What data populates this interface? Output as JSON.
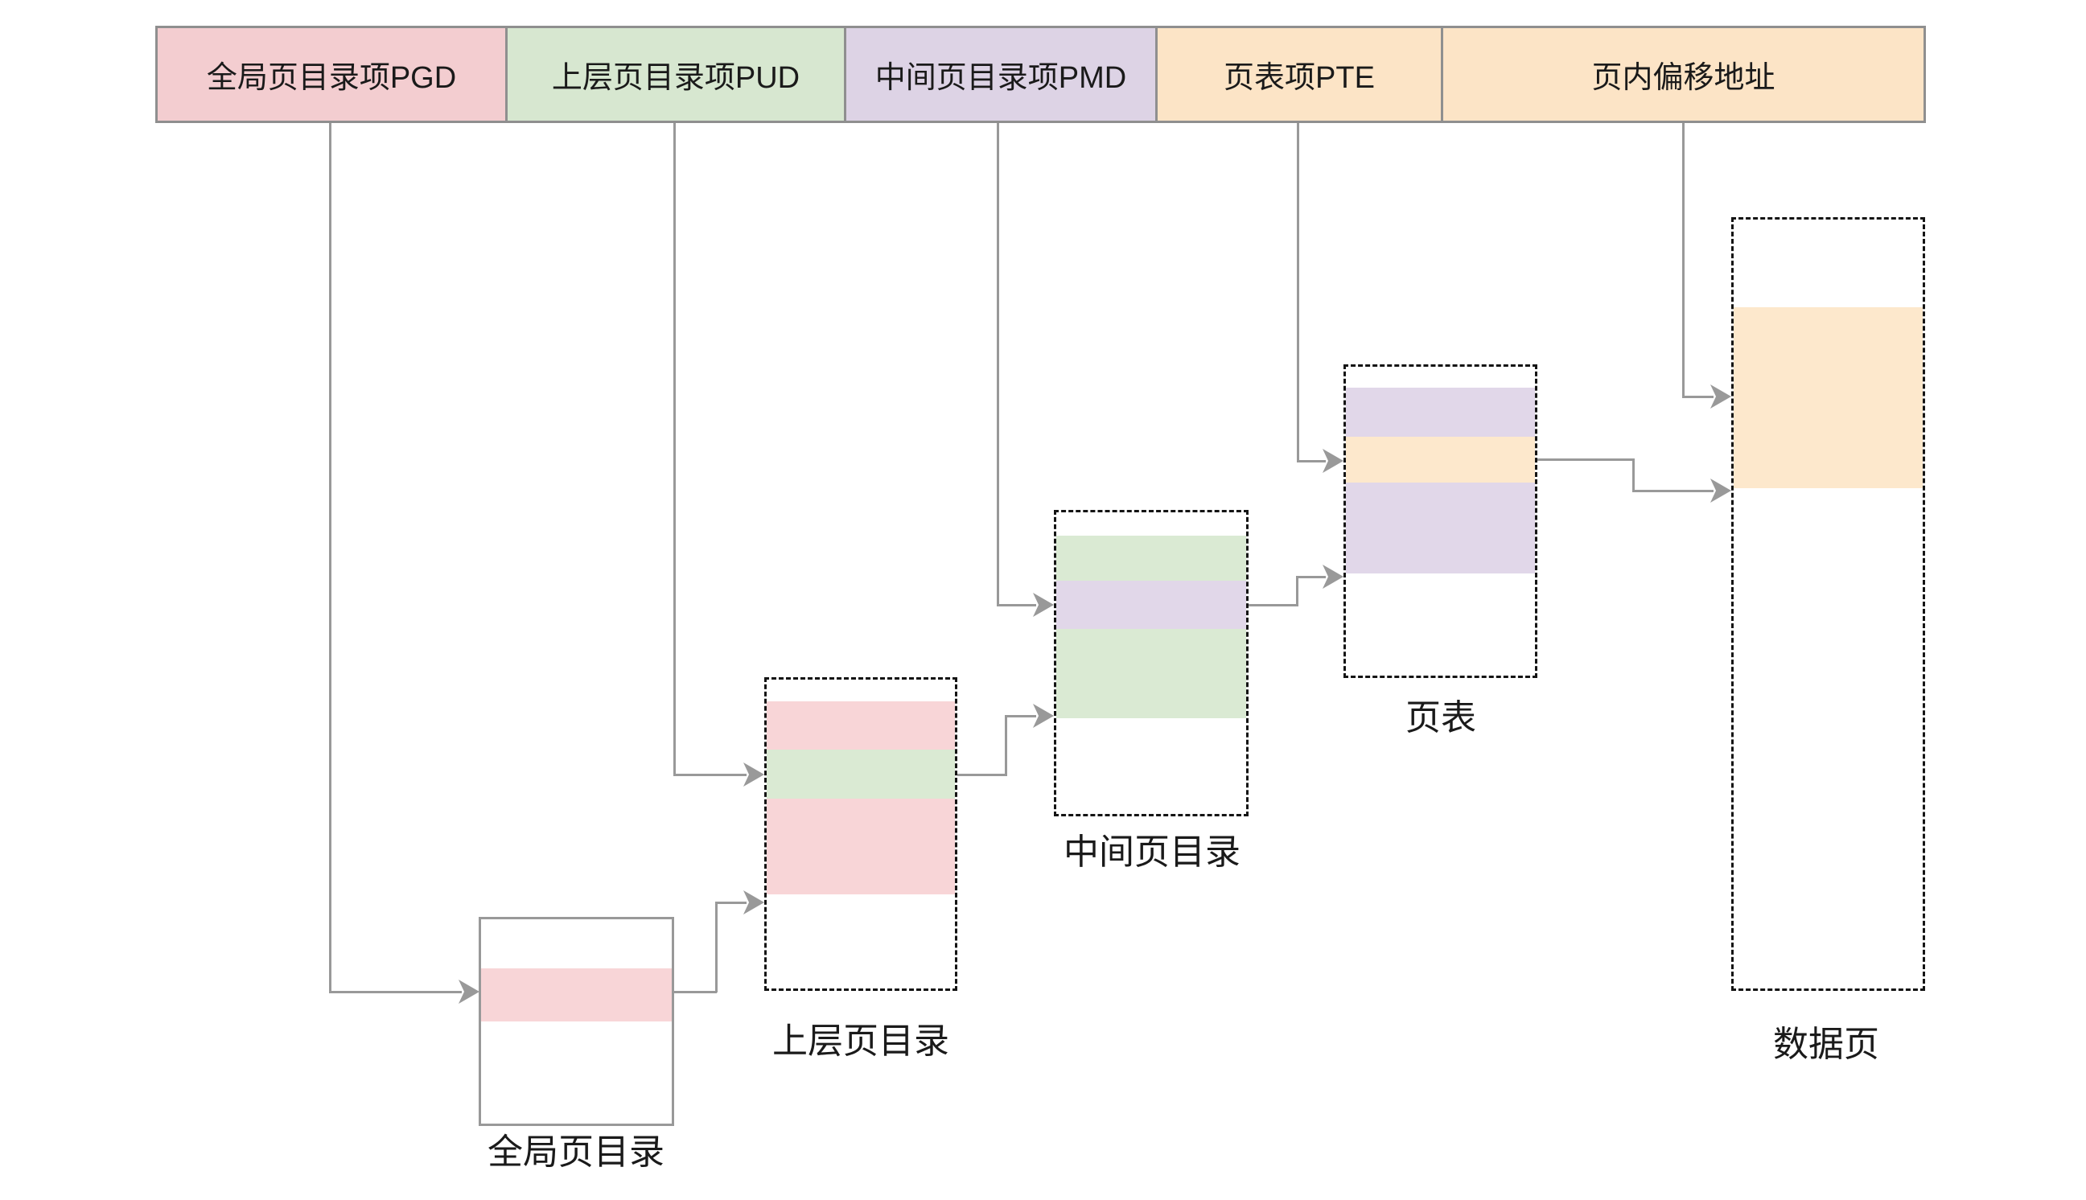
{
  "header": {
    "segments": [
      {
        "id": "pgd",
        "label": "全局页目录项PGD",
        "color": "#f3cdd0"
      },
      {
        "id": "pud",
        "label": "上层页目录项PUD",
        "color": "#d7e7d0"
      },
      {
        "id": "pmd",
        "label": "中间页目录项PMD",
        "color": "#ddd3e5"
      },
      {
        "id": "pte",
        "label": "页表项PTE",
        "color": "#fce4c6"
      },
      {
        "id": "offset",
        "label": "页内偏移地址",
        "color": "#fce4c6"
      }
    ]
  },
  "tables": [
    {
      "id": "pgd-table",
      "label": "全局页目录",
      "border": "solid",
      "bands": [
        {
          "name": "pgd-entry",
          "color": "#f8d5d7"
        }
      ]
    },
    {
      "id": "pud-table",
      "label": "上层页目录",
      "border": "dashed",
      "bands": [
        {
          "name": "pud-band-1",
          "color": "#f8d5d7"
        },
        {
          "name": "pud-entry",
          "color": "#daead3"
        },
        {
          "name": "pud-band-2",
          "color": "#f8d5d7"
        }
      ]
    },
    {
      "id": "pmd-table",
      "label": "中间页目录",
      "border": "dashed",
      "bands": [
        {
          "name": "pmd-band-1",
          "color": "#daead3"
        },
        {
          "name": "pmd-entry",
          "color": "#e1d7e9"
        },
        {
          "name": "pmd-band-2",
          "color": "#daead3"
        }
      ]
    },
    {
      "id": "pte-table",
      "label": "页表",
      "border": "dashed",
      "bands": [
        {
          "name": "pte-band-1",
          "color": "#e1d7e9"
        },
        {
          "name": "pte-entry",
          "color": "#fde8cc"
        },
        {
          "name": "pte-band-2",
          "color": "#e1d7e9"
        }
      ]
    },
    {
      "id": "data-page",
      "label": "数据页",
      "border": "dashed",
      "bands": [
        {
          "name": "page-data-region",
          "color": "#fde8cc"
        }
      ]
    }
  ],
  "colors": {
    "background": "#ffffff",
    "text": "#1a1a1a",
    "header_border": "#8f8f8f",
    "solid_box_border": "#999999",
    "dashed_box_border": "#141414",
    "line": "#999999",
    "arrow": "#999999"
  }
}
